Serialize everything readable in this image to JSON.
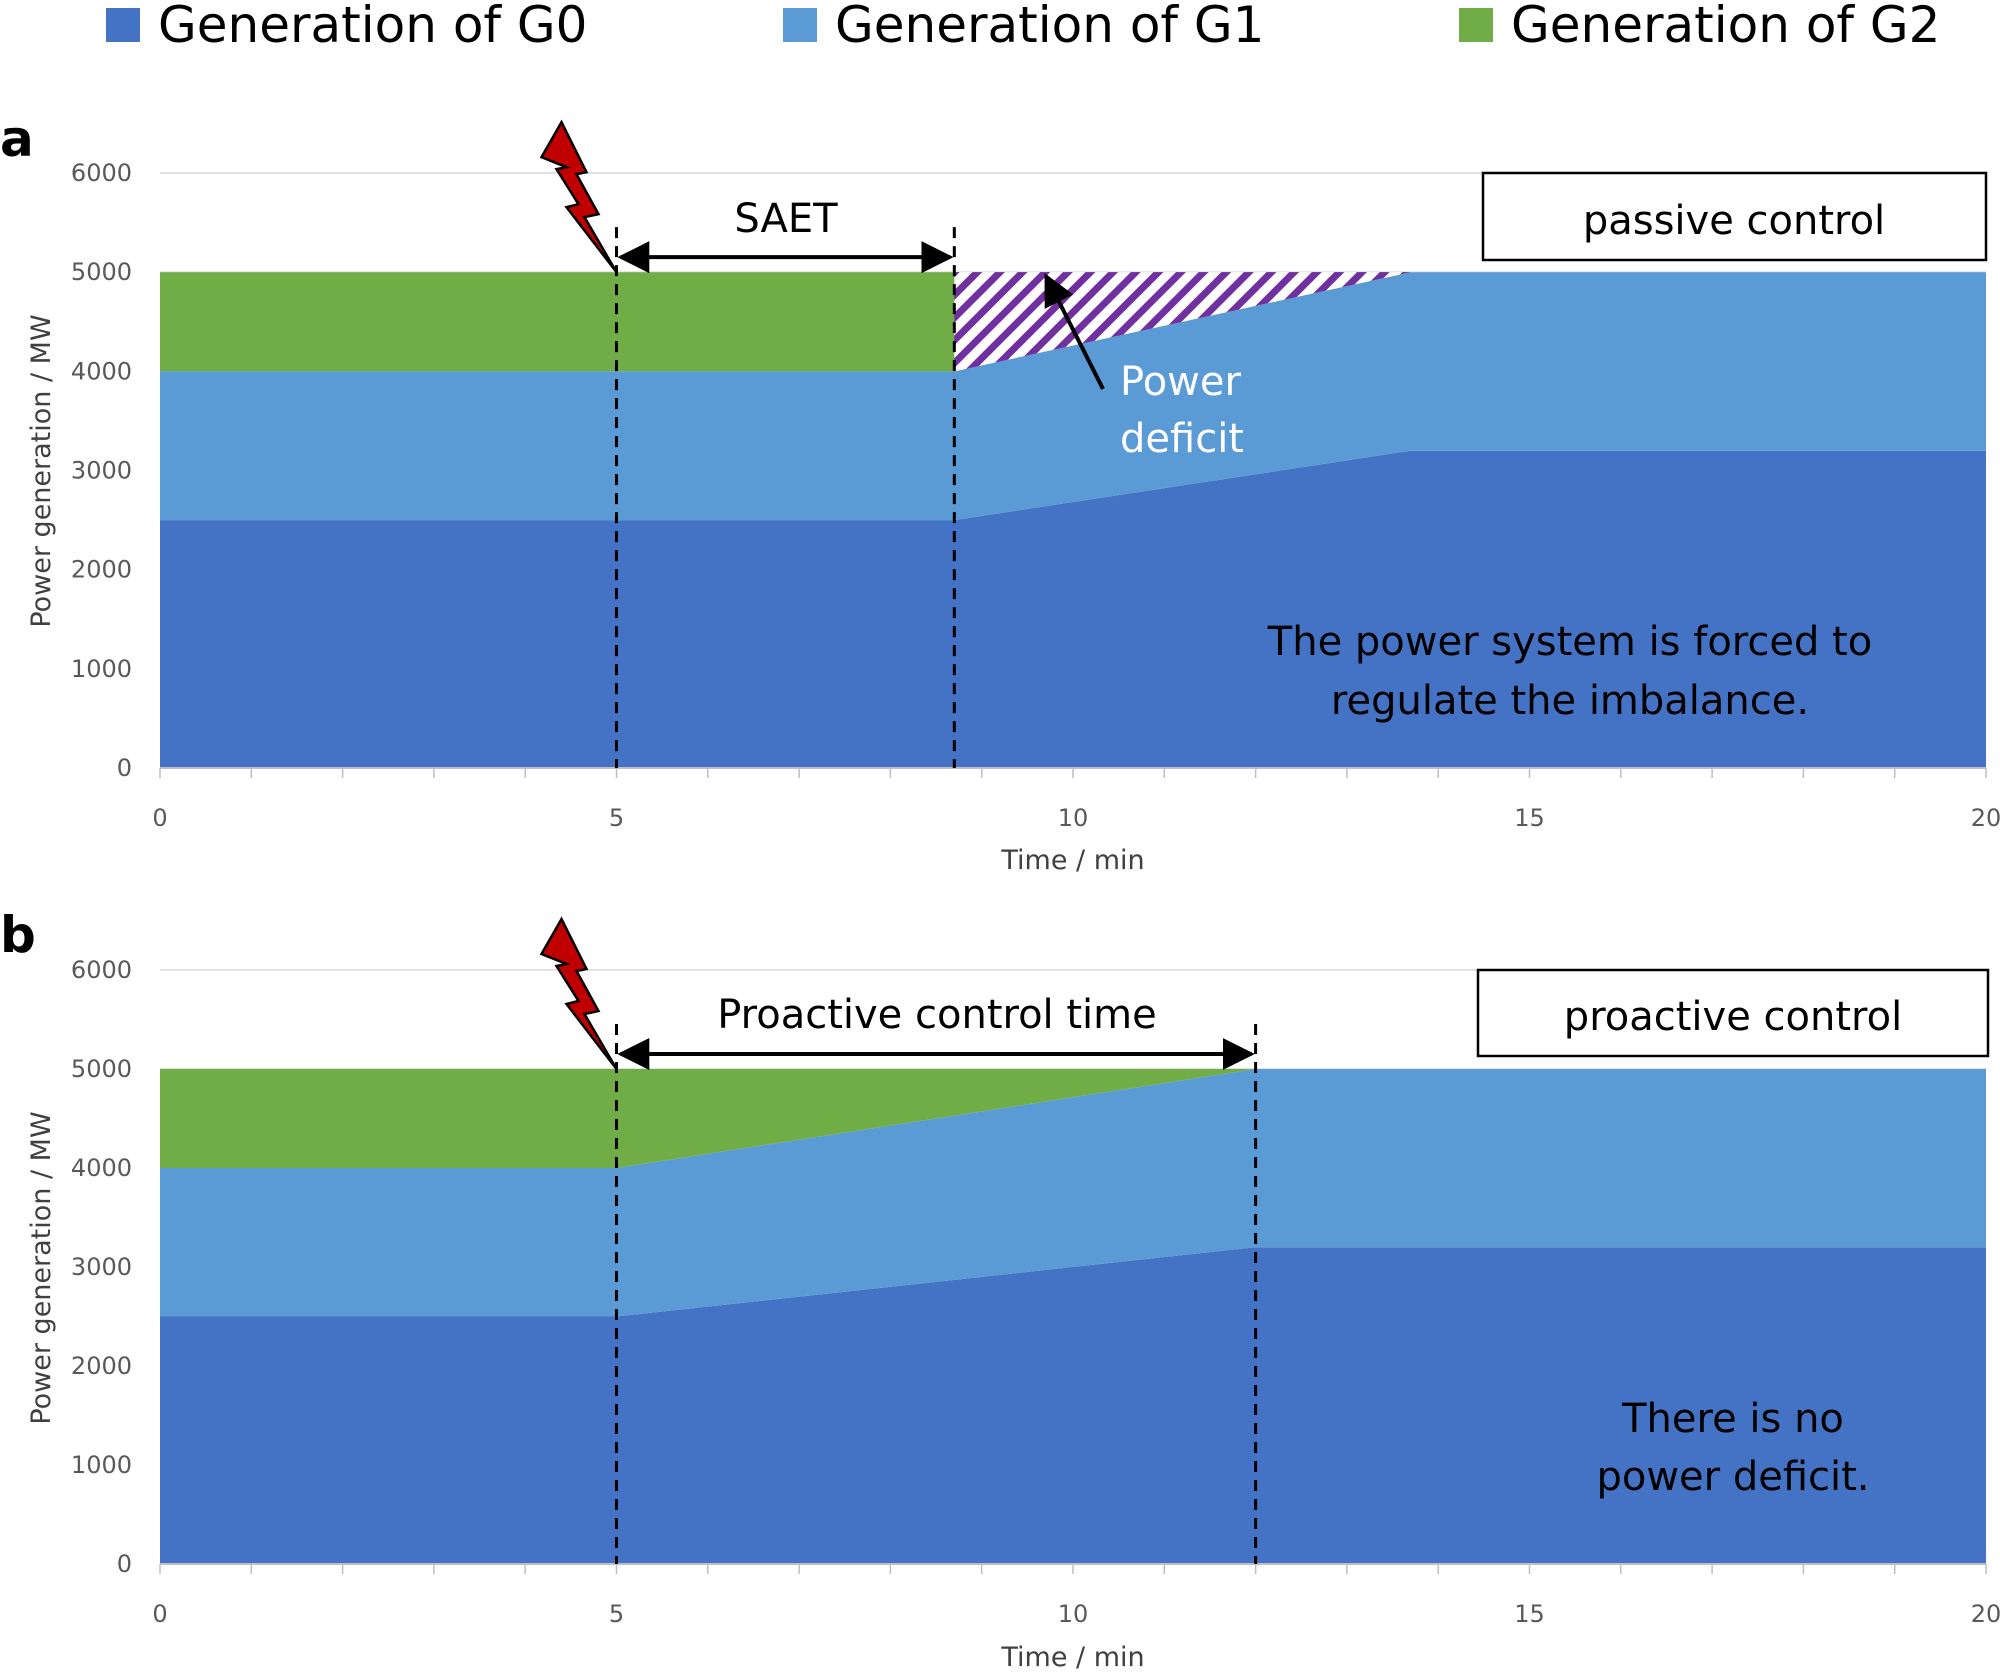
{
  "legend": [
    {
      "label": "Generation of G0",
      "color": "#4472C4"
    },
    {
      "label": "Generation of G1",
      "color": "#5B9BD5"
    },
    {
      "label": "Generation of G2",
      "color": "#70AD47"
    }
  ],
  "chart_data": [
    {
      "panel": "a",
      "type": "area",
      "stacked": true,
      "xlabel": "Time / min",
      "ylabel": "Power generation / MW",
      "xlim": [
        0,
        20
      ],
      "ylim": [
        0,
        6000
      ],
      "xticks": [
        0,
        5,
        10,
        15,
        20
      ],
      "yticks": [
        0,
        1000,
        2000,
        3000,
        4000,
        5000,
        6000
      ],
      "x": [
        0,
        5,
        8.7,
        13.7,
        20
      ],
      "series": [
        {
          "name": "Generation of G0",
          "color": "#4472C4",
          "values": [
            2500,
            2500,
            2500,
            3200,
            3200
          ]
        },
        {
          "name": "Generation of G1",
          "color": "#5B9BD5",
          "values": [
            1500,
            1500,
            1500,
            1800,
            1800
          ]
        },
        {
          "name": "Generation of G2",
          "color": "#70AD47",
          "values": [
            1000,
            1000,
            1000,
            0,
            0
          ]
        }
      ],
      "deficit_region": {
        "x": [
          8.7,
          13.7
        ],
        "top": 5000,
        "bottom_start": 4000,
        "color": "#7030A0"
      },
      "g2_end_x": 8.7,
      "event_lines_x": [
        5,
        8.7
      ],
      "event_marker_x": 5,
      "span_label": "SAET",
      "box_label": "passive control",
      "deficit_label": [
        "Power",
        "deficit"
      ],
      "note": [
        "The power system is forced to",
        "regulate the imbalance."
      ]
    },
    {
      "panel": "b",
      "type": "area",
      "stacked": true,
      "xlabel": "Time / min",
      "ylabel": "Power generation / MW",
      "xlim": [
        0,
        20
      ],
      "ylim": [
        0,
        6000
      ],
      "xticks": [
        0,
        5,
        10,
        15,
        20
      ],
      "yticks": [
        0,
        1000,
        2000,
        3000,
        4000,
        5000,
        6000
      ],
      "x": [
        0,
        5,
        12,
        20
      ],
      "series": [
        {
          "name": "Generation of G0",
          "color": "#4472C4",
          "values": [
            2500,
            2500,
            3200,
            3200
          ]
        },
        {
          "name": "Generation of G1",
          "color": "#5B9BD5",
          "values": [
            1500,
            1500,
            1800,
            1800
          ]
        },
        {
          "name": "Generation of G2",
          "color": "#70AD47",
          "values": [
            1000,
            1000,
            0,
            0
          ]
        }
      ],
      "event_lines_x": [
        5,
        12
      ],
      "event_marker_x": 5,
      "span_label": "Proactive control time",
      "box_label": "proactive control",
      "note": [
        "There is no",
        "power deficit."
      ]
    }
  ]
}
